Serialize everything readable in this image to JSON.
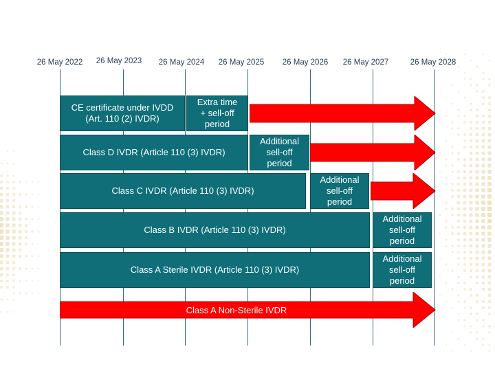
{
  "timeline": {
    "dates": [
      "26 May 2022",
      "26 May 2023",
      "26 May 2024",
      "26 May 2025",
      "26 May 2026",
      "26 May 2027",
      "26 May 2028"
    ]
  },
  "rows": {
    "ce_certificate": {
      "main_label": "CE certificate under IVDD\n(Art. 110 (2) IVDR)",
      "extra_label": "Extra time\n+ sell-off\nperiod"
    },
    "class_d": {
      "main_label": "Class D IVDR (Article 110 (3) IVDR)",
      "extra_label": "Additional\nsell-off\nperiod"
    },
    "class_c": {
      "main_label": "Class C IVDR (Article 110 (3) IVDR)",
      "extra_label": "Additional\nsell-off\nperiod"
    },
    "class_b": {
      "main_label": "Class B IVDR (Article 110 (3) IVDR)",
      "extra_label": "Additional\nsell-off\nperiod"
    },
    "class_a_sterile": {
      "main_label": "Class A Sterile IVDR (Article 110 (3) IVDR)",
      "extra_label": "Additional\nsell-off\nperiod"
    },
    "class_a_non_sterile": {
      "label": "Class A Non-Sterile IVDR"
    }
  },
  "colors": {
    "box_fill": "#0f6e78",
    "arrow_fill": "#ff0000",
    "date_text": "#1f3d55",
    "decor_dots": "#e8d9b0"
  }
}
